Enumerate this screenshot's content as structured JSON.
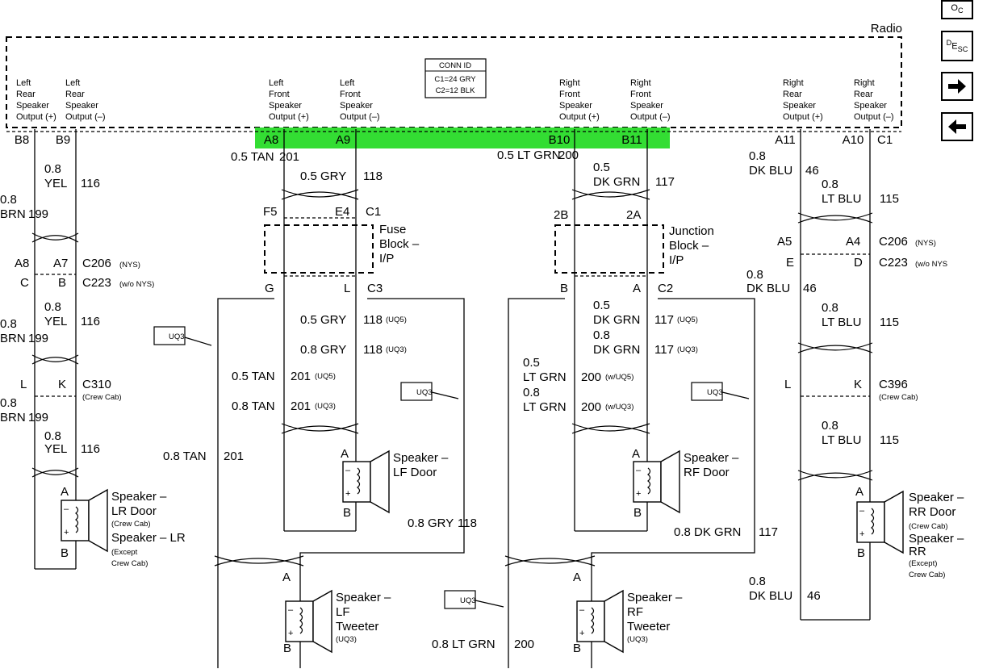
{
  "nav": {
    "oc_label_top": "O",
    "oc_label_bottom": "C",
    "desc_label_d": "D",
    "desc_label_e": "E",
    "desc_label_s": "S",
    "desc_label_c": "C",
    "next_icon": "arrow-right-icon",
    "prev_icon": "arrow-left-icon"
  },
  "radio": {
    "title": "Radio",
    "conn_id_title": "CONN ID",
    "conn_id_c1": "C1=24 GRY",
    "conn_id_c2": "C2=12 BLK",
    "outputs": [
      [
        "Left",
        "Rear",
        "Speaker",
        "Output (+)"
      ],
      [
        "Left",
        "Rear",
        "Speaker",
        "Output (–)"
      ],
      [
        "Left",
        "Front",
        "Speaker",
        "Output (+)"
      ],
      [
        "Left",
        "Front",
        "Speaker",
        "Output (–)"
      ],
      [
        "Right",
        "Front",
        "Speaker",
        "Output (+)"
      ],
      [
        "Right",
        "Front",
        "Speaker",
        "Output (–)"
      ],
      [
        "Right",
        "Rear",
        "Speaker",
        "Output (+)"
      ],
      [
        "Right",
        "Rear",
        "Speaker",
        "Output (–)"
      ]
    ],
    "pins": [
      "B8",
      "B9",
      "A8",
      "A9",
      "B10",
      "B11",
      "A11",
      "A10"
    ],
    "connector_c1": "C1"
  },
  "highlight_color": "#33dd33",
  "labels": [
    [
      "0.8",
      0
    ],
    [
      "YEL",
      0
    ],
    [
      "116",
      0
    ],
    [
      "0.8",
      0
    ],
    [
      "BRN",
      0
    ],
    [
      "199",
      0
    ],
    [
      "A8",
      0
    ],
    [
      "A7",
      0
    ],
    [
      "C206",
      0
    ],
    [
      "(NYS)",
      1
    ],
    [
      "C",
      0
    ],
    [
      "B",
      0
    ],
    [
      "C223",
      0
    ],
    [
      "(w/o NYS)",
      1
    ],
    [
      "0.8",
      0
    ],
    [
      "YEL",
      0
    ],
    [
      "116",
      0
    ],
    [
      "0.8",
      0
    ],
    [
      "BRN",
      0
    ],
    [
      "199",
      0
    ],
    [
      "L",
      0
    ],
    [
      "K",
      0
    ],
    [
      "C310",
      0
    ],
    [
      "(Crew Cab)",
      1
    ],
    [
      "0.8",
      0
    ],
    [
      "BRN",
      0
    ],
    [
      "199",
      0
    ],
    [
      "0.8",
      0
    ],
    [
      "YEL",
      0
    ],
    [
      "116",
      0
    ],
    [
      "A",
      0
    ],
    [
      "B",
      0
    ],
    [
      "Speaker –",
      0
    ],
    [
      "LR Door",
      0
    ],
    [
      "(Crew Cab)",
      1
    ],
    [
      "Speaker – LR",
      0
    ],
    [
      "(Except",
      1
    ],
    [
      "Crew Cab)",
      1
    ],
    [
      "0.5 TAN",
      0
    ],
    [
      "201",
      0
    ],
    [
      "0.5 GRY",
      0
    ],
    [
      "118",
      0
    ],
    [
      "F5",
      0
    ],
    [
      "E4",
      0
    ],
    [
      "C1",
      0
    ],
    [
      "Fuse",
      0
    ],
    [
      "Block –",
      0
    ],
    [
      "I/P",
      0
    ],
    [
      "G",
      0
    ],
    [
      "L",
      0
    ],
    [
      "C3",
      0
    ],
    [
      "0.5 GRY",
      0
    ],
    [
      "118",
      0
    ],
    [
      "(UQ5)",
      1
    ],
    [
      "0.8 GRY",
      0
    ],
    [
      "118",
      0
    ],
    [
      "(UQ3)",
      1
    ],
    [
      "0.5 TAN",
      0
    ],
    [
      "201",
      0
    ],
    [
      "(UQ5)",
      1
    ],
    [
      "0.8 TAN",
      0
    ],
    [
      "201",
      0
    ],
    [
      "(UQ3)",
      1
    ],
    [
      "UQ3",
      1
    ],
    [
      "UQ3",
      1
    ],
    [
      "A",
      0
    ],
    [
      "Speaker –",
      0
    ],
    [
      "LF Door",
      0
    ],
    [
      "B",
      0
    ],
    [
      "0.8 TAN",
      0
    ],
    [
      "201",
      0
    ],
    [
      "0.8 GRY",
      0
    ],
    [
      "118",
      0
    ],
    [
      "A",
      0
    ],
    [
      "Speaker –",
      0
    ],
    [
      "LF",
      0
    ],
    [
      "Tweeter",
      0
    ],
    [
      "(UQ3)",
      1
    ],
    [
      "B",
      0
    ],
    [
      "0.5 LT GRN",
      0
    ],
    [
      "200",
      0
    ],
    [
      "0.5",
      0
    ],
    [
      "DK GRN",
      0
    ],
    [
      "117",
      0
    ],
    [
      "2B",
      0
    ],
    [
      "2A",
      0
    ],
    [
      "Junction",
      0
    ],
    [
      "Block –",
      0
    ],
    [
      "I/P",
      0
    ],
    [
      "B",
      0
    ],
    [
      "A",
      0
    ],
    [
      "C2",
      0
    ],
    [
      "0.5",
      0
    ],
    [
      "DK GRN",
      0
    ],
    [
      "117",
      0
    ],
    [
      "(UQ5)",
      1
    ],
    [
      "0.8",
      0
    ],
    [
      "DK GRN",
      0
    ],
    [
      "117",
      0
    ],
    [
      "(UQ3)",
      1
    ],
    [
      "0.5",
      0
    ],
    [
      "LT GRN",
      0
    ],
    [
      "200",
      0
    ],
    [
      "(w/UQ5)",
      1
    ],
    [
      "0.8",
      0
    ],
    [
      "LT GRN",
      0
    ],
    [
      "200",
      0
    ],
    [
      "(w/UQ3)",
      1
    ],
    [
      "UQ3",
      1
    ],
    [
      "A",
      0
    ],
    [
      "Speaker –",
      0
    ],
    [
      "RF Door",
      0
    ],
    [
      "B",
      0
    ],
    [
      "0.8 DK GRN",
      0
    ],
    [
      "117",
      0
    ],
    [
      "UQ3",
      1
    ],
    [
      "A",
      0
    ],
    [
      "Speaker –",
      0
    ],
    [
      "RF",
      0
    ],
    [
      "Tweeter",
      0
    ],
    [
      "(UQ3)",
      1
    ],
    [
      "B",
      0
    ],
    [
      "0.8 LT GRN",
      0
    ],
    [
      "200",
      0
    ],
    [
      "0.8",
      0
    ],
    [
      "DK BLU",
      0
    ],
    [
      "46",
      0
    ],
    [
      "0.8",
      0
    ],
    [
      "LT BLU",
      0
    ],
    [
      "115",
      0
    ],
    [
      "A5",
      0
    ],
    [
      "A4",
      0
    ],
    [
      "C206",
      0
    ],
    [
      "(NYS)",
      1
    ],
    [
      "E",
      0
    ],
    [
      "D",
      0
    ],
    [
      "C223",
      0
    ],
    [
      "(w/o NYS",
      1
    ],
    [
      "0.8",
      0
    ],
    [
      "DK BLU",
      0
    ],
    [
      "46",
      0
    ],
    [
      "0.8",
      0
    ],
    [
      "LT BLU",
      0
    ],
    [
      "115",
      0
    ],
    [
      "L",
      0
    ],
    [
      "K",
      0
    ],
    [
      "C396",
      0
    ],
    [
      "(Crew Cab)",
      1
    ],
    [
      "0.8",
      0
    ],
    [
      "LT BLU",
      0
    ],
    [
      "115",
      0
    ],
    [
      "A",
      0
    ],
    [
      "B",
      0
    ],
    [
      "Speaker –",
      0
    ],
    [
      "RR Door",
      0
    ],
    [
      "(Crew Cab)",
      1
    ],
    [
      "Speaker –",
      0
    ],
    [
      "RR",
      0
    ],
    [
      "(Except)",
      1
    ],
    [
      "Crew Cab)",
      1
    ],
    [
      "0.8",
      0
    ],
    [
      "DK BLU",
      0
    ],
    [
      "46",
      0
    ]
  ]
}
